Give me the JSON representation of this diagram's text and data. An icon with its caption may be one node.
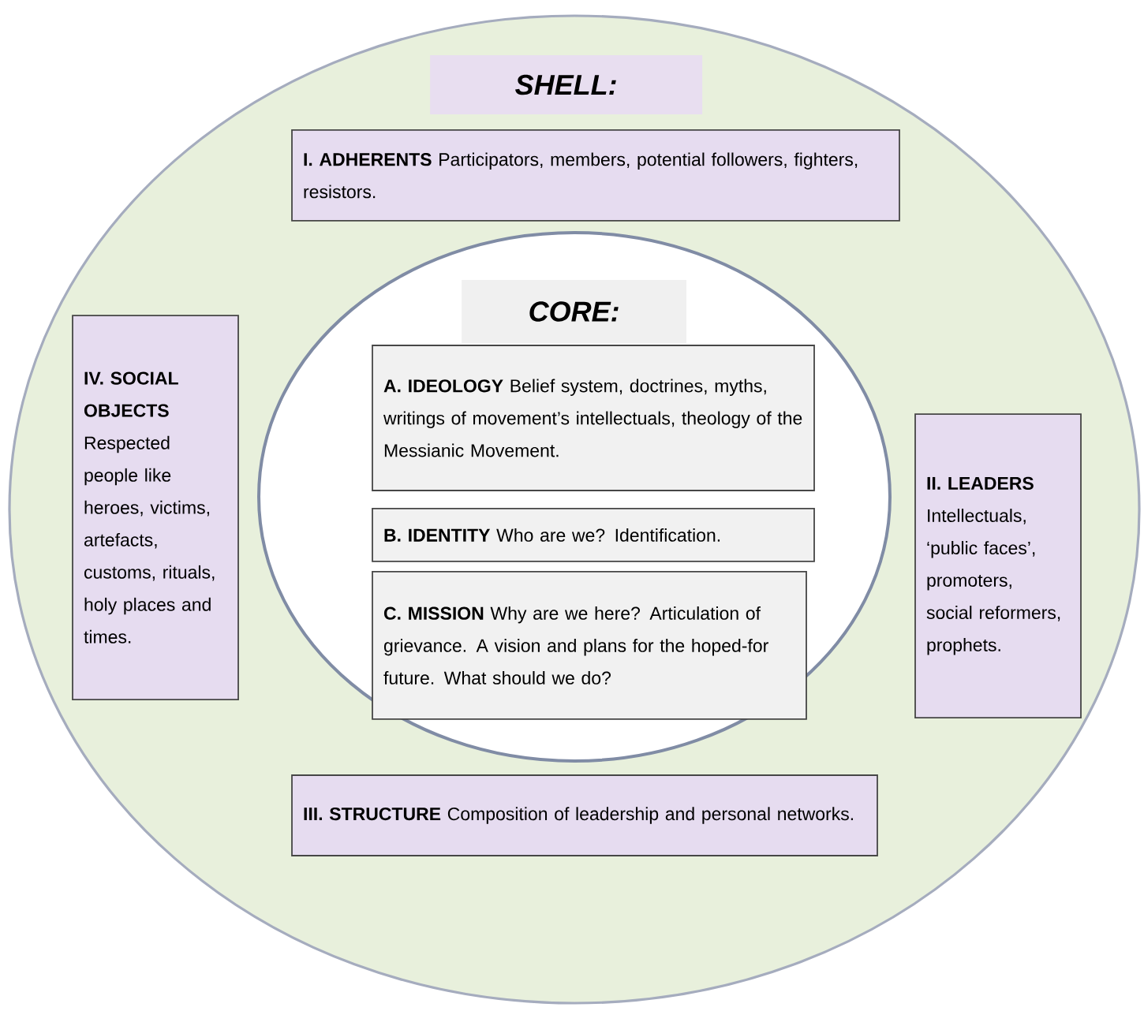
{
  "diagram": {
    "nodes": [
      {
        "text": [],
        "shape": "ellipse"
      },
      {
        "text": [
          "SHELL:"
        ],
        "in": 0
      },
      {
        "text": [
          "**I. ADHERENTS** Participators, members, potential followers, fighters, resistors."
        ],
        "in": 0
      },
      {
        "text": [],
        "shape": "ellipse",
        "in": 0
      },
      {
        "text": [
          "CORE:"
        ],
        "in": 3
      },
      {
        "text": [
          "**A. IDEOLOGY** Belief system, doctrines, myths, writings of movement’s intellectuals, theology of the Messianic Movement."
        ],
        "in": 3
      },
      {
        "text": [
          "**B. IDENTITY** Who are we? Identification."
        ],
        "in": 3
      },
      {
        "text": [
          "**C. MISSION** Why are we here? Articulation of grievance.  A vision and plans for the hoped-for future. What should we do?"
        ],
        "in": 3
      },
      {
        "text": [
          "**IV. SOCIAL OBJECTS** Respected people like heroes, victims, artefacts, customs, rituals, holy places and times."
        ],
        "in": 0
      },
      {
        "text": [
          "**II. LEADERS** Intellectuals, ‘public faces’, promoters, social reformers, prophets."
        ],
        "in": 0
      },
      {
        "text": [
          "**III. STRUCTURE** Composition of leadership and personal networks."
        ],
        "in": 0
      }
    ]
  }
}
